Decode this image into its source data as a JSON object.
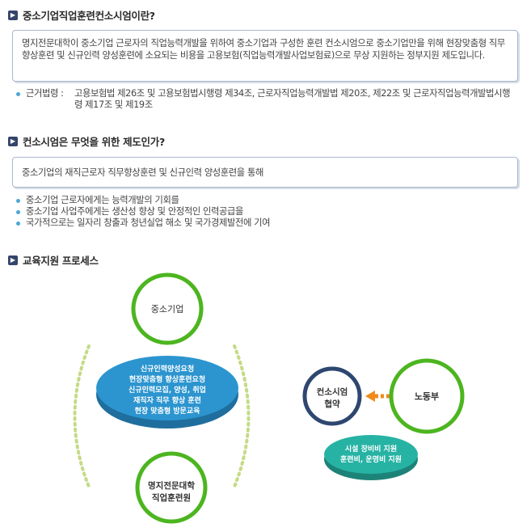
{
  "section1": {
    "title": "중소기업직업훈련컨소시엄이란?",
    "box_text": "명지전문대학이 중소기업 근로자의 직업능력개발을 위하여 중소기업과 구성한 훈련 컨소시엄으로 중소기업만을 위해 현장맞춤형 직무향상훈련 및 신규인력 양성훈련에 소요되는 비용을 고용보험(직업능력개발사업보험료)으로 무상 지원하는 정부지원 제도입니다.",
    "law_label": "근거법령 :",
    "law_text": "고용보험법 제26조 및 고용보험법시행령 제34조, 근로자직업능력개발법 제20조, 제22조 및 근로자직업능력개발법시행령 제17조 및 제19조"
  },
  "section2": {
    "title": "컨소시엄은 무엇을 위한 제도인가?",
    "box_text": "중소기업의 재직근로자 직무향상훈련 및 신규인력 양성훈련을 통해",
    "bullets": [
      "중소기업 근로자에게는 능력개발의 기회를",
      "중소기업 사업주에게는 생산성 향상 및 안정적인 인력공급을",
      "국가적으로는 일자리 창출과 청년실업 해소 및 국가경제발전에 기여"
    ]
  },
  "section3": {
    "title": "교육지원 프로세스",
    "diagram": {
      "top_circle": "중소기업",
      "center_disc": [
        "신규인력양성요청",
        "현장맞춤형 향상훈련요청",
        "신규인력모집, 양성, 취업",
        "재직자 직무 향상 훈련",
        "현장 맞춤형 방문교육"
      ],
      "bottom_circle": [
        "명지전문대학",
        "직업훈련원"
      ],
      "consortium_circle": [
        "컨소시엄",
        "협약"
      ],
      "labor_circle": "노동부",
      "support_disc": [
        "시설 장비비 지원",
        "훈련비, 운영비 지원"
      ]
    }
  },
  "colors": {
    "green": "#4cb51f",
    "navy_ring": "#2e4770",
    "disc_blue": "#2c95cf",
    "disc_teal": "#27b3a4",
    "arrow_orange": "#f08a1c",
    "bullet_blue": "#4da6d6"
  }
}
